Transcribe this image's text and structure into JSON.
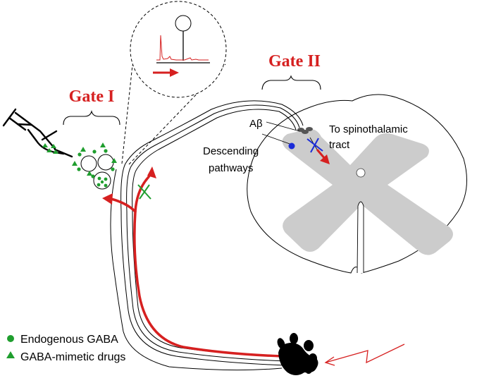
{
  "labels": {
    "gate1": "Gate I",
    "gate2": "Gate II",
    "abeta": "Aβ",
    "to_spinothalamic_1": "To spinothalamic",
    "to_spinothalamic_2": "tract",
    "descending_1": "Descending",
    "descending_2": "pathways"
  },
  "legend": [
    {
      "marker": "circle",
      "text": "Endogenous GABA"
    },
    {
      "marker": "triangle",
      "text": "GABA-mimetic drugs"
    }
  ],
  "colors": {
    "gate_red": "#d62020",
    "gaba_green": "#1f9e2e",
    "grey_matter": "#cccccc",
    "descending_blue": "#1a2bd8"
  },
  "icons": [
    "syringe-icon",
    "paw-icon",
    "neuron-soma-icon",
    "lightning-stimulus-icon"
  ]
}
